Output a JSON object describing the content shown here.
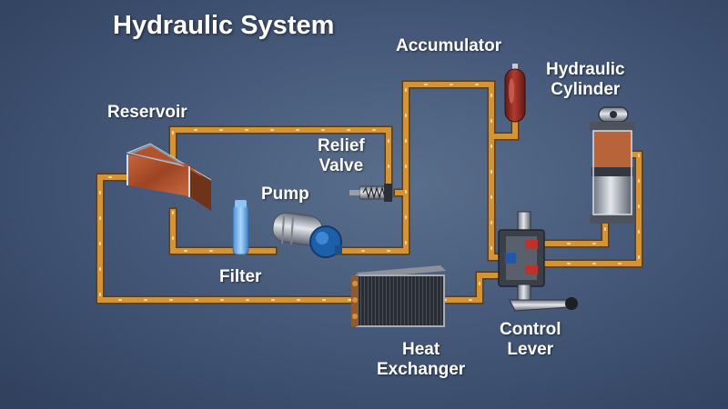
{
  "title": "Hydraulic System",
  "labels": {
    "accumulator": "Accumulator",
    "hydraulic_cylinder_line1": "Hydraulic",
    "hydraulic_cylinder_line2": "Cylinder",
    "reservoir": "Reservoir",
    "relief_valve_line1": "Relief",
    "relief_valve_line2": "Valve",
    "pump": "Pump",
    "filter": "Filter",
    "control_lever_line1": "Control",
    "control_lever_line2": "Lever",
    "heat_exchanger_line1": "Heat",
    "heat_exchanger_line2": "Exchanger"
  },
  "colors": {
    "background": "#46597a",
    "pipe": "#c98a2c",
    "pipe_edge": "#5e3b10",
    "fluid_marker": "#fff6dc",
    "reservoir_fluid": "#b5522e",
    "filter": "#6fb0e8",
    "pump_blue": "#1d5fa8",
    "accumulator": "#8a2a22",
    "cylinder_fluid": "#b8643a"
  }
}
